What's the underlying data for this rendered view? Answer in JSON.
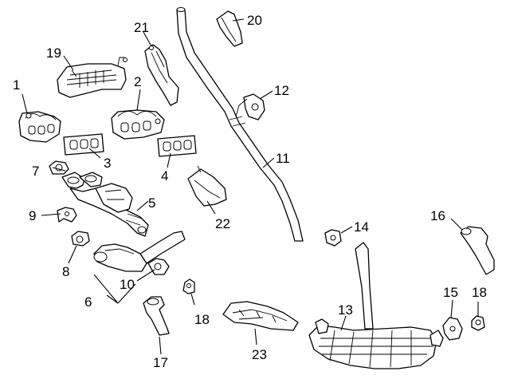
{
  "callouts": {
    "c1": "1",
    "c2": "2",
    "c3": "3",
    "c4": "4",
    "c5": "5",
    "c6": "6",
    "c7": "7",
    "c8": "8",
    "c9": "9",
    "c10": "10",
    "c11": "11",
    "c12": "12",
    "c13": "13",
    "c14": "14",
    "c15": "15",
    "c16": "16",
    "c17": "17",
    "c18a": "18",
    "c18b": "18",
    "c19": "19",
    "c20": "20",
    "c21": "21",
    "c22": "22",
    "c23": "23"
  },
  "colors": {
    "line": "#000000",
    "background": "#ffffff",
    "shade": "#6a6a6a"
  }
}
